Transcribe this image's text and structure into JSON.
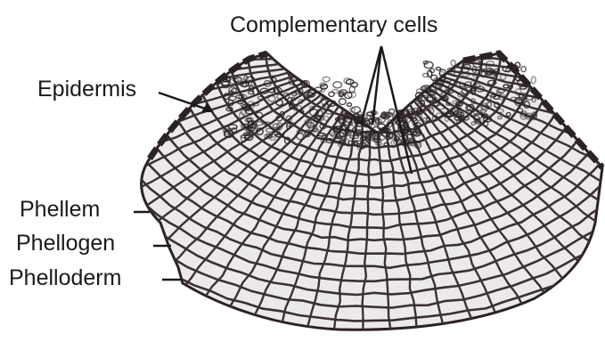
{
  "diagram": {
    "labels": {
      "complementary_cells": "Complementary cells",
      "epidermis": "Epidermis",
      "phellem": "Phellem",
      "phellogen": "Phellogen",
      "phelloderm": "Phelloderm"
    },
    "colors": {
      "ink": "#2a2226",
      "cell_fill": "#e9e6e8",
      "cell_wall": "#3a3036",
      "label_text": "#1a1a1a"
    }
  }
}
